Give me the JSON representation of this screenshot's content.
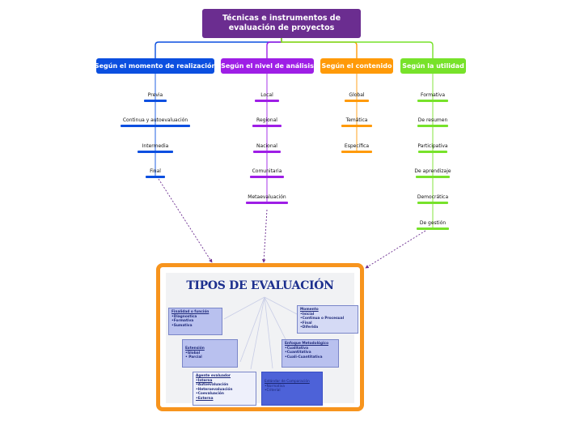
{
  "root": {
    "line1": "Técnicas e instrumentos de",
    "line2": "evaluación de proyectos"
  },
  "categories": [
    {
      "label": "Según el momento de realización",
      "color": "#0b4fe0",
      "leaves": [
        "Previa",
        "Continua y autoevaluación",
        "Intermedia",
        "Final"
      ]
    },
    {
      "label": "Según el nivel de análisis",
      "color": "#9e1ee6",
      "leaves": [
        "Local",
        "Regional",
        "Nacional",
        "Comunitaria",
        "Metaevaluación"
      ]
    },
    {
      "label": "Según el contenido",
      "color": "#ff9a08",
      "leaves": [
        "Global",
        "Temática",
        "Específica"
      ]
    },
    {
      "label": "Según la utilidad",
      "color": "#77e22a",
      "leaves": [
        "Formativa",
        "De resumen",
        "Participativa",
        "De aprendizaje",
        "Democrática",
        "De gestión"
      ]
    }
  ],
  "image": {
    "title": "TIPOS DE EVALUACIÓN",
    "boxes": [
      {
        "title": "Finalidad o función",
        "items": [
          "•Diagnostica",
          "•Formativa",
          "•Sumativa"
        ]
      },
      {
        "title": "Momento",
        "items": [
          "•Inicial",
          "•Continua o Procesual",
          "•Final",
          "•Diferida"
        ]
      },
      {
        "title": "Extensión",
        "items": [
          "•Global",
          "• Parcial"
        ]
      },
      {
        "title": "Enfoque Metodológico",
        "items": [
          "•Cualitativa",
          "•Cuantitativa",
          "•Cuali-Cuantitativa"
        ]
      },
      {
        "title": "Agente evaluador",
        "items": [
          "•Interna",
          "•Autoevaluación",
          "•Heteroevaluación",
          "•Coevaluación",
          "•Externa"
        ]
      },
      {
        "title": "Estándar de Comparación",
        "items": [
          "•Normativa",
          "•Criterial"
        ]
      }
    ]
  }
}
